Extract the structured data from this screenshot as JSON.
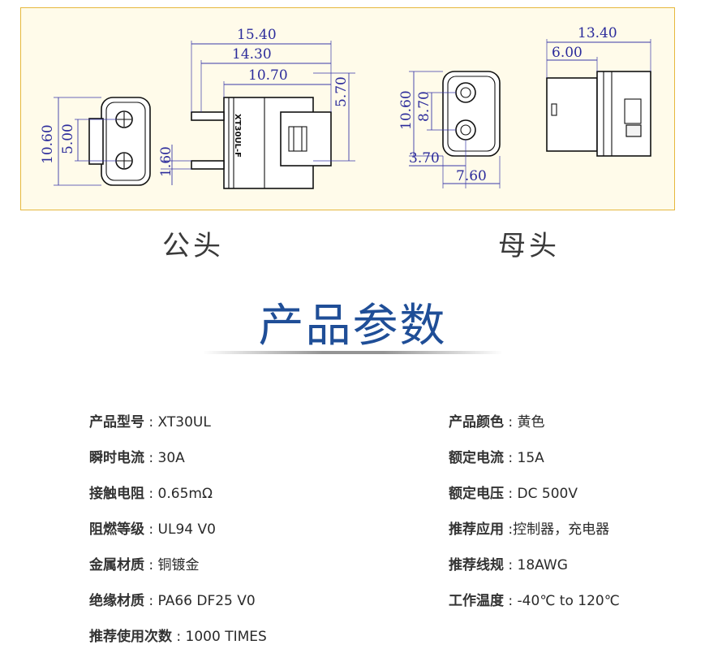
{
  "drawing": {
    "male": {
      "dims": [
        "15.40",
        "14.30",
        "10.70",
        "5.70",
        "10.60",
        "5.00",
        "1.60"
      ],
      "marking": "XT30UL-F"
    },
    "female": {
      "dims": [
        "13.40",
        "6.00",
        "10.60",
        "8.70",
        "3.70",
        "7.60"
      ]
    }
  },
  "captions": {
    "male": "公头",
    "female": "母头"
  },
  "section_title": "产品参数",
  "specs": {
    "left": [
      {
        "label": "产品型号",
        "value": "XT30UL"
      },
      {
        "label": "瞬时电流",
        "value": "30A"
      },
      {
        "label": "接触电阻",
        "value": "0.65mΩ"
      },
      {
        "label": "阻燃等级",
        "value": "UL94 V0"
      },
      {
        "label": "金属材质",
        "value": "铜镀金"
      },
      {
        "label": "绝缘材质",
        "value": "PA66 DF25 V0"
      },
      {
        "label": "推荐使用次数",
        "value": "1000 TIMES"
      }
    ],
    "right": [
      {
        "label": "产品颜色",
        "value": "黄色"
      },
      {
        "label": "额定电流",
        "value": "15A"
      },
      {
        "label": "额定电压",
        "value": "DC 500V"
      },
      {
        "label": "推荐应用",
        "value": "控制器，充电器"
      },
      {
        "label": "推荐线规",
        "value": "18AWG"
      },
      {
        "label": "工作温度",
        "value": "-40℃ to 120℃"
      }
    ]
  }
}
